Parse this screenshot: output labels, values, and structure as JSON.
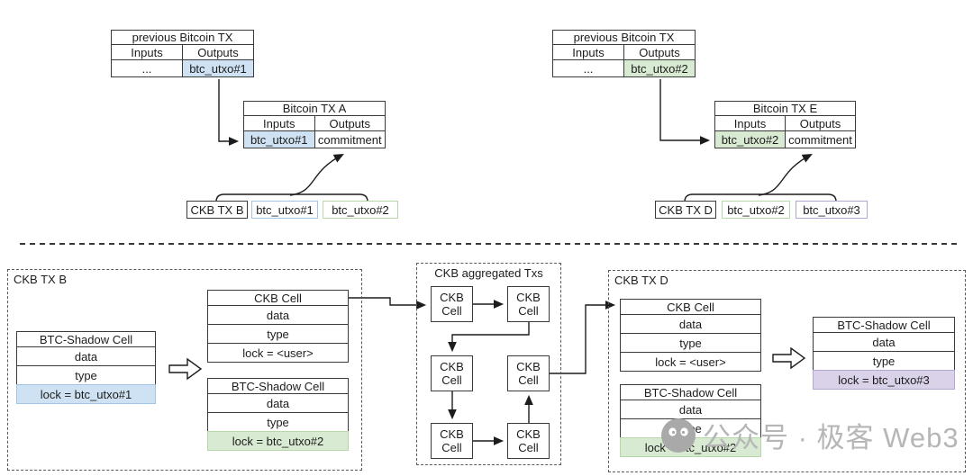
{
  "colors": {
    "utxo_blue": "#cfe2f3",
    "utxo_green": "#d9ead3",
    "utxo_purple": "#d9d2e9",
    "utxo_blue_border": "#9fc5e8",
    "utxo_green_border": "#b6d7a8",
    "utxo_purple_border": "#b4a7d6"
  },
  "top_left": {
    "prev_tx": {
      "title": "previous Bitcoin TX",
      "col_inputs": "Inputs",
      "col_outputs": "Outputs",
      "input_value": "...",
      "output_value": "btc_utxo#1"
    },
    "btc_tx": {
      "title": "Bitcoin TX A",
      "col_inputs": "Inputs",
      "col_outputs": "Outputs",
      "input_value": "btc_utxo#1",
      "output_value": "commitment"
    },
    "ckb_row": {
      "tx_label": "CKB TX B",
      "utxo_a": "btc_utxo#1",
      "utxo_b": "btc_utxo#2"
    }
  },
  "top_right": {
    "prev_tx": {
      "title": "previous Bitcoin TX",
      "col_inputs": "Inputs",
      "col_outputs": "Outputs",
      "input_value": "...",
      "output_value": "btc_utxo#2"
    },
    "btc_tx": {
      "title": "Bitcoin TX E",
      "col_inputs": "Inputs",
      "col_outputs": "Outputs",
      "input_value": "btc_utxo#2",
      "output_value": "commitment"
    },
    "ckb_row": {
      "tx_label": "CKB TX D",
      "utxo_a": "btc_utxo#2",
      "utxo_b": "btc_utxo#3"
    }
  },
  "ckb_tx_b": {
    "label": "CKB TX B",
    "shadow_in": {
      "title": "BTC-Shadow Cell",
      "data": "data",
      "type": "type",
      "lock": "lock = btc_utxo#1"
    },
    "ckb_cell": {
      "title": "CKB Cell",
      "data": "data",
      "type": "type",
      "lock": "lock = <user>"
    },
    "shadow_out": {
      "title": "BTC-Shadow Cell",
      "data": "data",
      "type": "type",
      "lock": "lock = btc_utxo#2"
    }
  },
  "aggregated": {
    "label": "CKB aggregated Txs",
    "cell": {
      "line1": "CKB",
      "line2": "Cell"
    }
  },
  "ckb_tx_d": {
    "label": "CKB TX D",
    "ckb_cell": {
      "title": "CKB Cell",
      "data": "data",
      "type": "type",
      "lock": "lock = <user>"
    },
    "shadow_in": {
      "title": "BTC-Shadow Cell",
      "data": "data",
      "type": "type",
      "lock": "lock = btc_utxo#2"
    },
    "shadow_out": {
      "title": "BTC-Shadow Cell",
      "data": "data",
      "type": "type",
      "lock": "lock = btc_utxo#3"
    }
  },
  "watermark": {
    "icon": "wechat-official-account-icon",
    "text": "公众号 · 极客 Web3"
  }
}
